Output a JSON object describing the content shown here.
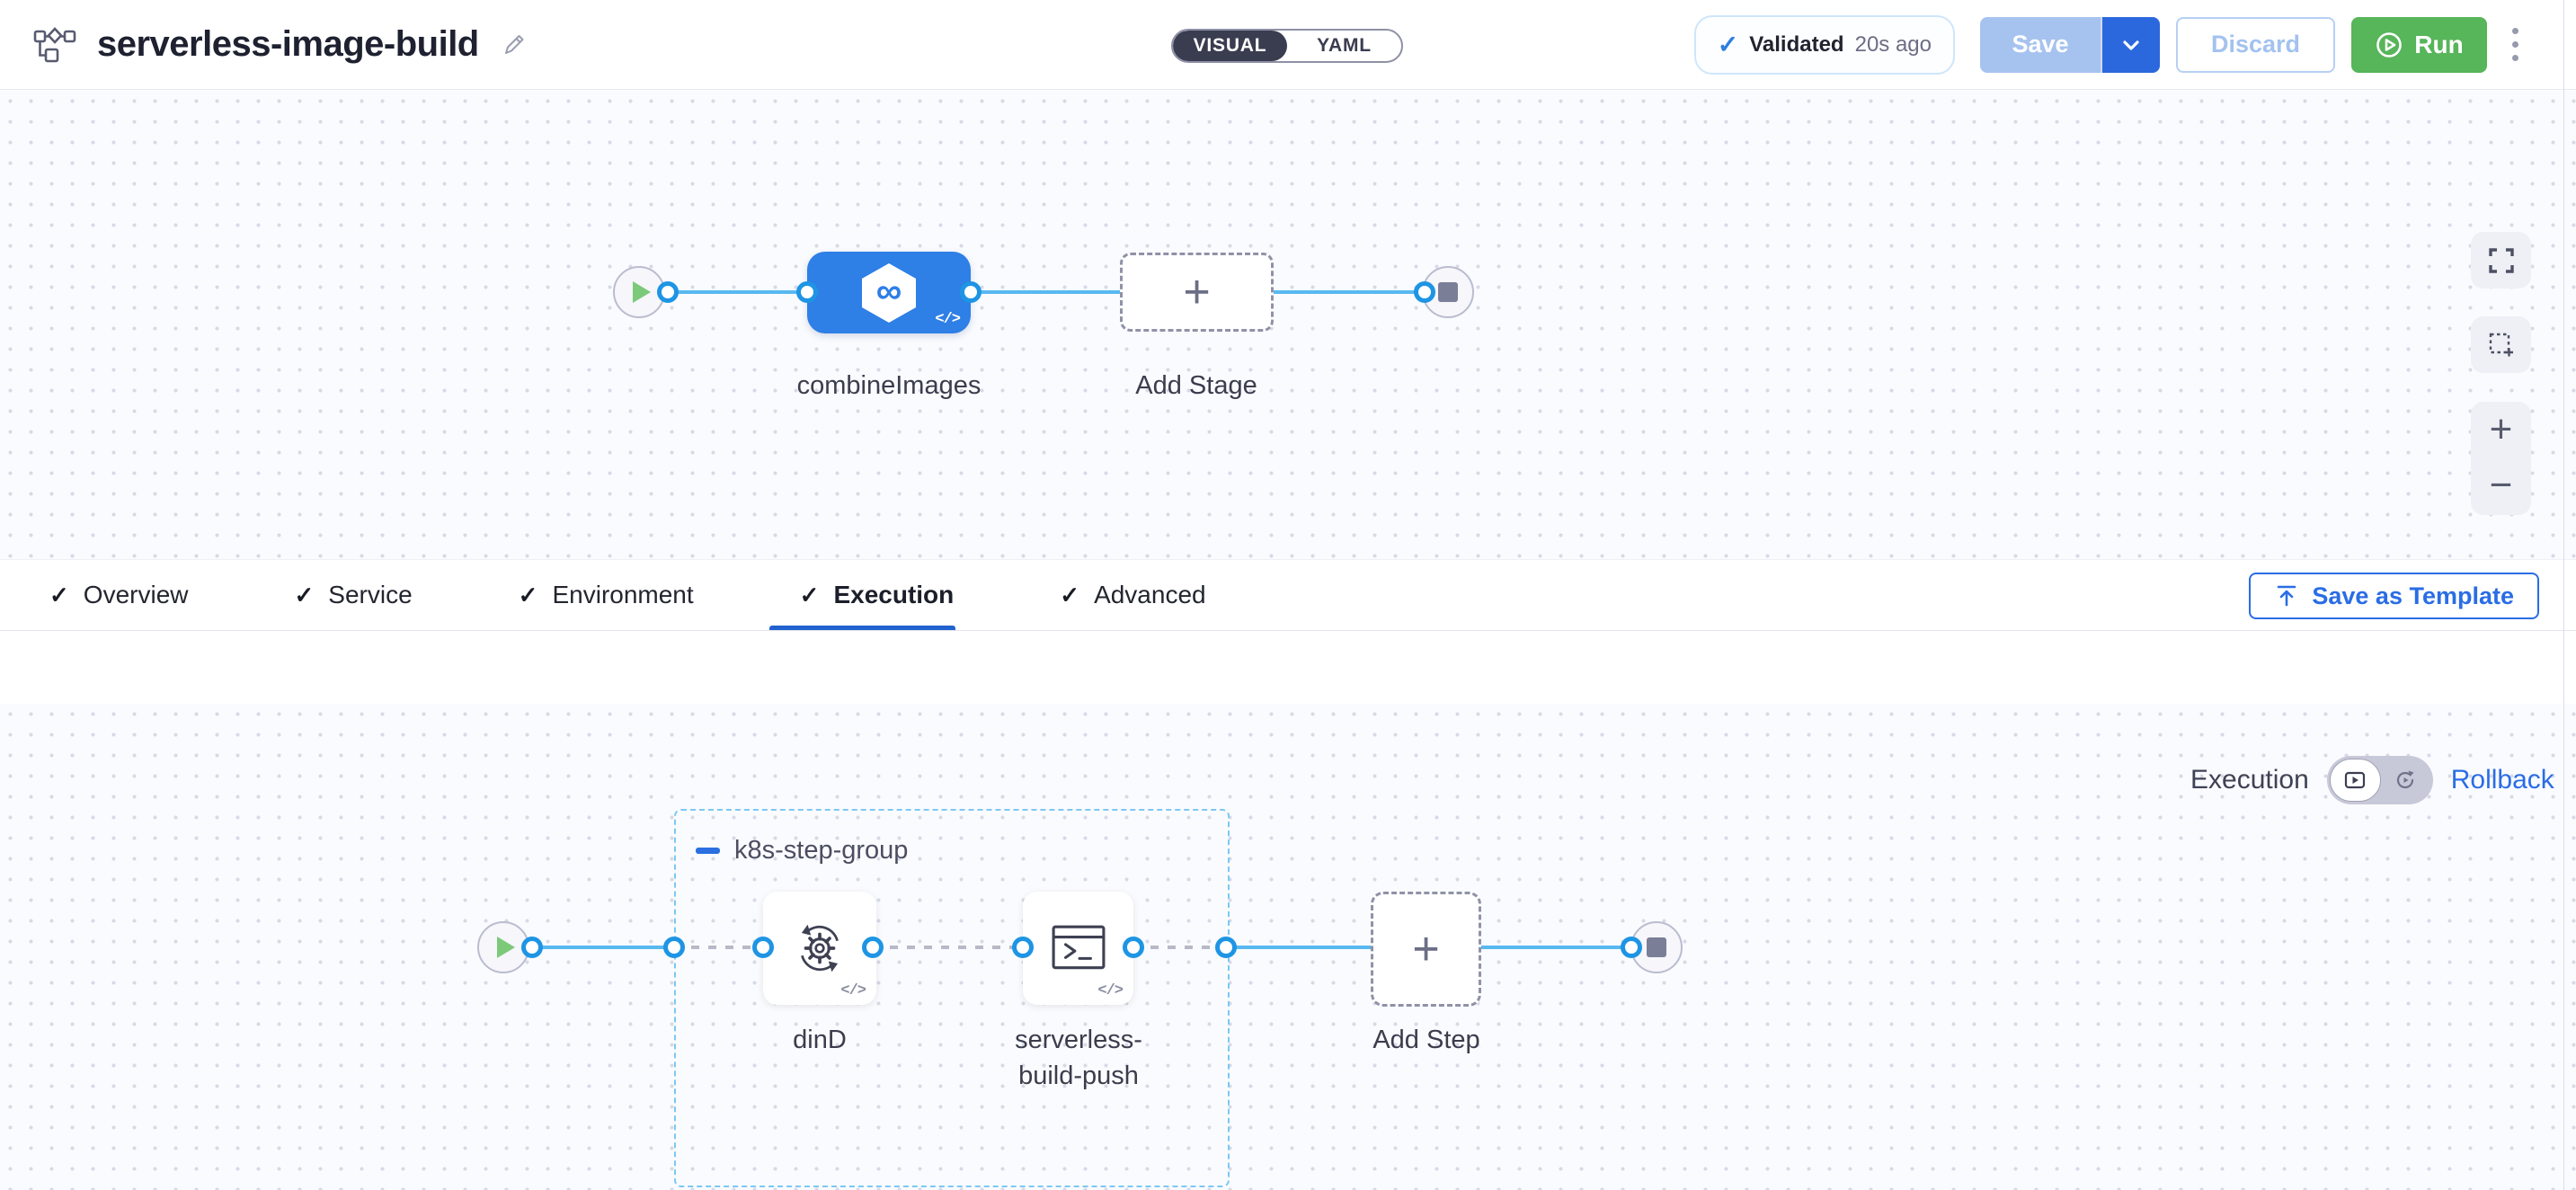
{
  "icons": {
    "plus": "+",
    "minus": "−",
    "check": "✓",
    "code": "</>",
    "infinity": "∞"
  },
  "colors": {
    "accent_blue": "#2a6de5",
    "run_green": "#57b55a",
    "node_blue": "#2e7fe6",
    "connector_blue": "#58b8f0",
    "port_blue": "#1e95e4",
    "validated_check_blue": "#2d7fe0",
    "active_tab_underline": "#2162d0",
    "group_border_blue": "#7cc8f3"
  },
  "header": {
    "title": "serverless-image-build",
    "mode_toggle": {
      "visual": "VISUAL",
      "yaml": "YAML"
    },
    "validated": {
      "label": "Validated",
      "time": "20s ago"
    },
    "save_label": "Save",
    "discard_label": "Discard",
    "run_label": "Run"
  },
  "canvas_top": {
    "stage_name": "combineImages",
    "add_stage_label": "Add Stage"
  },
  "tabs": {
    "items": [
      {
        "label": "Overview"
      },
      {
        "label": "Service"
      },
      {
        "label": "Environment"
      },
      {
        "label": "Execution"
      },
      {
        "label": "Advanced"
      }
    ],
    "active": "Execution",
    "save_as_template_label": "Save as Template"
  },
  "execution_section": {
    "execution_label": "Execution",
    "rollback_label": "Rollback",
    "step_group": {
      "name": "k8s-step-group",
      "steps": [
        {
          "name": "dinD"
        },
        {
          "name": "serverless-build-push"
        }
      ]
    },
    "add_step_label": "Add Step"
  }
}
